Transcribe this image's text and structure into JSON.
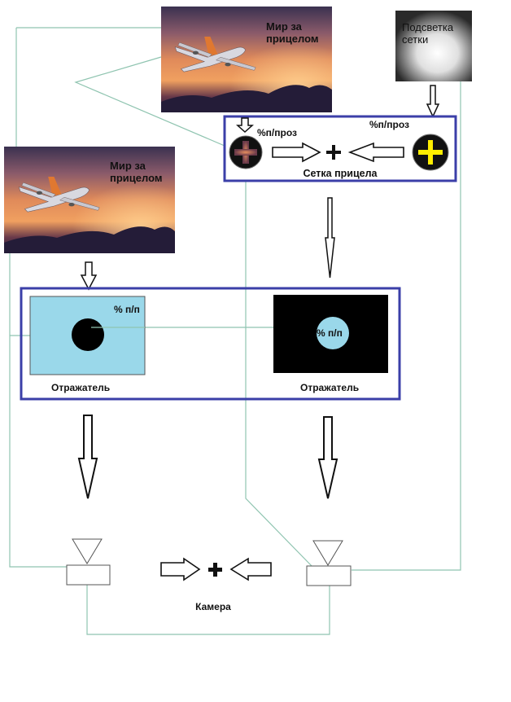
{
  "world_image_top": {
    "caption_line1": "Мир за",
    "caption_line2": "прицелом"
  },
  "world_image_left": {
    "caption_line1": "Мир за",
    "caption_line2": "прицелом"
  },
  "reticle_backlight": {
    "line1": "Подсветка",
    "line2": "сетки"
  },
  "reticle_box": {
    "title": "Сетка прицела",
    "left_label": "%п/проз",
    "right_label": "%п/проз"
  },
  "reflector_box": {
    "left": {
      "label": "Отражатель",
      "percent_label": "% п/п"
    },
    "right": {
      "label": "Отражатель",
      "percent_label": "% п/п"
    }
  },
  "camera": {
    "label": "Камера"
  },
  "colors": {
    "box_border": "#3b3fa8",
    "connector_line": "#8fc4b0",
    "reflector_fill": "#9ad8ea",
    "reticle_yellow": "#ffee00"
  }
}
